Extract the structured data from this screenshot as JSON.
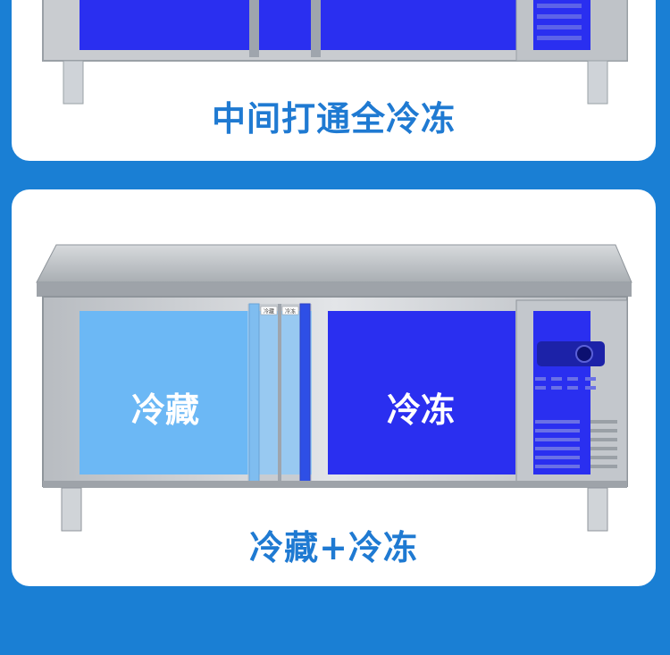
{
  "panels": [
    {
      "caption": "中间打通全冷冻",
      "zones": []
    },
    {
      "caption": "冷藏+冷冻",
      "zones": [
        {
          "label": "冷藏",
          "color": "#6cb8f5"
        },
        {
          "label": "冷冻",
          "color": "#2a2ff0"
        }
      ],
      "door_tags": [
        "冷藏",
        "冷冻"
      ]
    }
  ],
  "colors": {
    "background": "#1a7fd4",
    "card": "#ffffff",
    "caption": "#1f7ad2",
    "freezer_blue": "#2a2ff0",
    "chiller_blue": "#6cb8f5"
  }
}
